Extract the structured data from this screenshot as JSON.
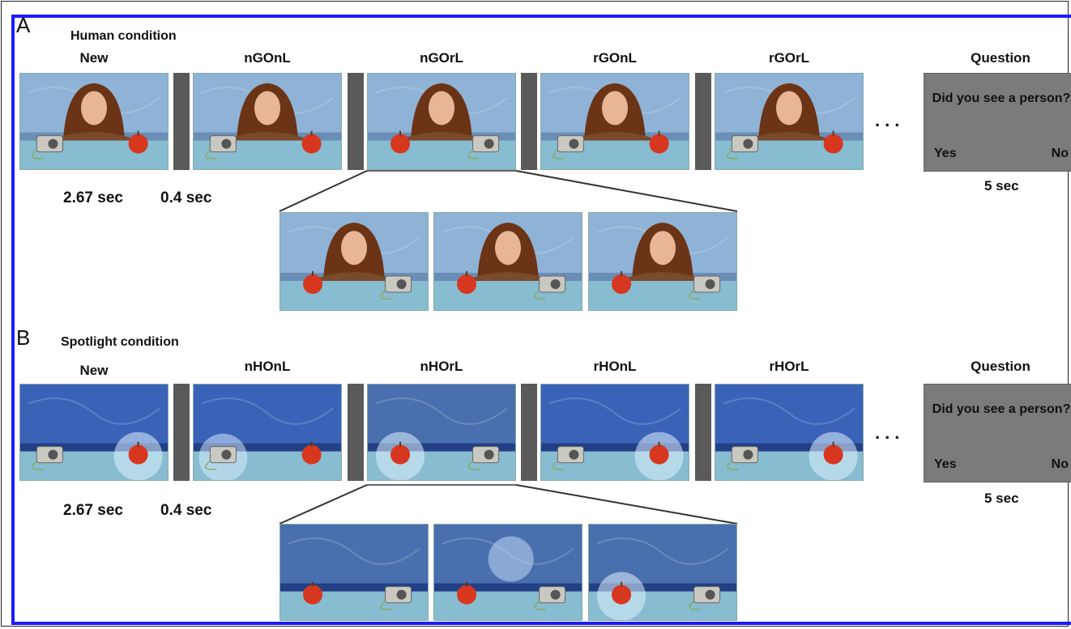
{
  "panels": [
    {
      "letter": "A",
      "condition": "Human condition",
      "frame_labels": [
        "New",
        "nGOnL",
        "nGOrL",
        "rGOnL",
        "rGOrL"
      ],
      "question_label": "Question",
      "question_text": "Did you see a person?",
      "yes": "Yes",
      "no": "No",
      "time_frame": "2.67 sec",
      "time_gap": "0.4 sec",
      "time_question": "5 sec",
      "dots": "...",
      "scene": "person"
    },
    {
      "letter": "B",
      "condition": "Spotlight condition",
      "frame_labels": [
        "New",
        "nHOnL",
        "nHOrL",
        "rHOnL",
        "rHOrL"
      ],
      "question_label": "Question",
      "question_text": "Did you see a person?",
      "yes": "Yes",
      "no": "No",
      "time_frame": "2.67 sec",
      "time_gap": "0.4 sec",
      "time_question": "5 sec",
      "dots": "...",
      "scene": "spotlight"
    }
  ],
  "colors": {
    "frame_border": "#1a1aff",
    "blank_bar": "#5a5a5a",
    "question_box": "#7b7b7b",
    "cloth_light": "#8fb3d6",
    "cloth_dark": "#3a63b8",
    "table": "#88bcd0",
    "apple": "#d8371f",
    "hair": "#6b3416"
  }
}
